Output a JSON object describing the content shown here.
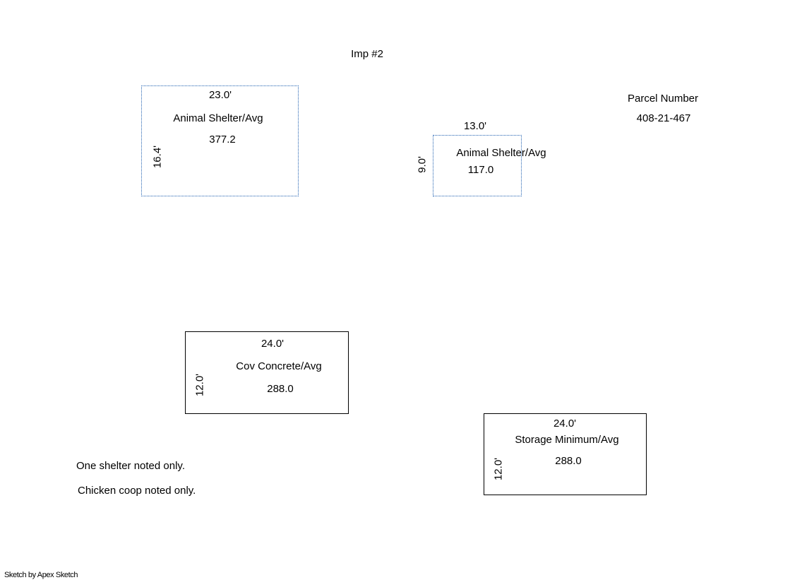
{
  "title": "Imp #2",
  "parcel": {
    "label": "Parcel Number",
    "number": "408-21-467"
  },
  "areas": [
    {
      "name": "Animal Shelter/Avg",
      "area": "377.2",
      "width": "23.0'",
      "height": "16.4'",
      "border_color": "#2060b0"
    },
    {
      "name": "Animal Shelter/Avg",
      "area": "117.0",
      "width": "13.0'",
      "height": "9.0'",
      "border_color": "#2060b0"
    },
    {
      "name": "Cov Concrete/Avg",
      "area": "288.0",
      "width": "24.0'",
      "height": "12.0'",
      "border_color": "#000000"
    },
    {
      "name": "Storage Minimum/Avg",
      "area": "288.0",
      "width": "24.0'",
      "height": "12.0'",
      "border_color": "#000000"
    }
  ],
  "notes": [
    "One shelter noted only.",
    "Chicken coop noted only."
  ],
  "footer": "Sketch by Apex Sketch"
}
